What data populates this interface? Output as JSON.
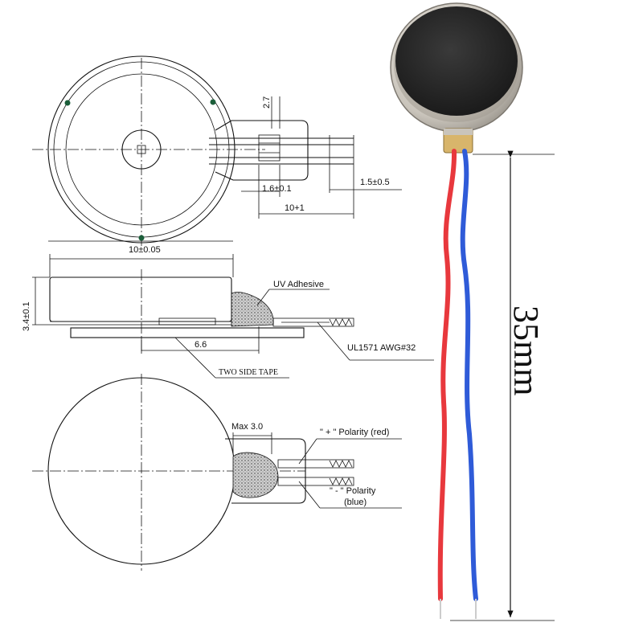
{
  "top_view": {
    "dim_2_7": "2.7",
    "dim_1_6": "1.6±0.1",
    "dim_1_5": "1.5±0.5",
    "dim_10_1": "10+1",
    "dim_10": "10±0.05"
  },
  "side_view": {
    "dim_height": "3.4±0.1",
    "uv_adhesive": "UV Adhesive",
    "wire_spec": "UL1571  AWG#32",
    "dim_6_6": "6.6",
    "tape_label": "TWO SIDE TAPE"
  },
  "bottom_view": {
    "max_label": "Max 3.0",
    "plus_label": "\" + \" Polarity (red)",
    "minus_label": "\" - \" Polarity",
    "minus_color": "(blue)"
  },
  "photo": {
    "length_label": "35mm",
    "wire_colors": {
      "positive": "#e8383d",
      "negative": "#2f5bd8"
    }
  }
}
